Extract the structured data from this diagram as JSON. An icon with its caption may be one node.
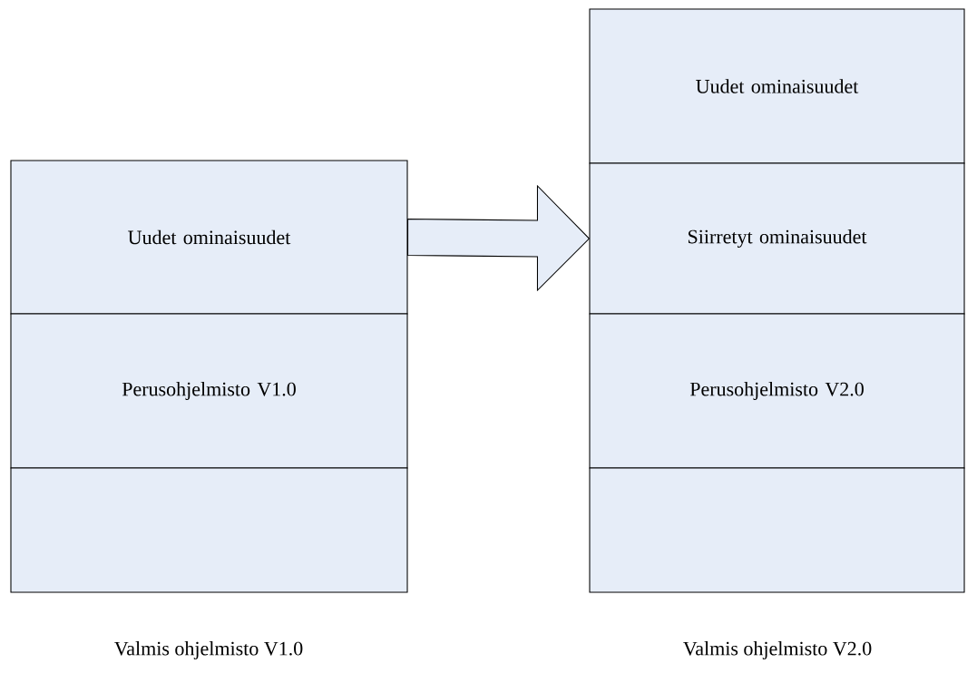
{
  "diagram": {
    "nodes": [
      {
        "text": [
          "Uudet ominaisuudet"
        ]
      },
      {
        "text": [
          "Perusohjelmisto V1.0"
        ]
      },
      {
        "text": [],
        "shape": "box"
      },
      {
        "text": [
          "Uudet ominaisuudet"
        ]
      },
      {
        "text": [
          "Siirretyt ominaisuudet"
        ]
      },
      {
        "text": [
          "Perusohjelmisto V2.0"
        ]
      },
      {
        "text": [],
        "shape": "box"
      }
    ],
    "edges": [
      {
        "from": 0,
        "to": 4,
        "arrow": "to"
      }
    ],
    "labels": [
      "Valmis ohjelmisto V1.0",
      "Valmis ohjelmisto V2.0"
    ]
  }
}
